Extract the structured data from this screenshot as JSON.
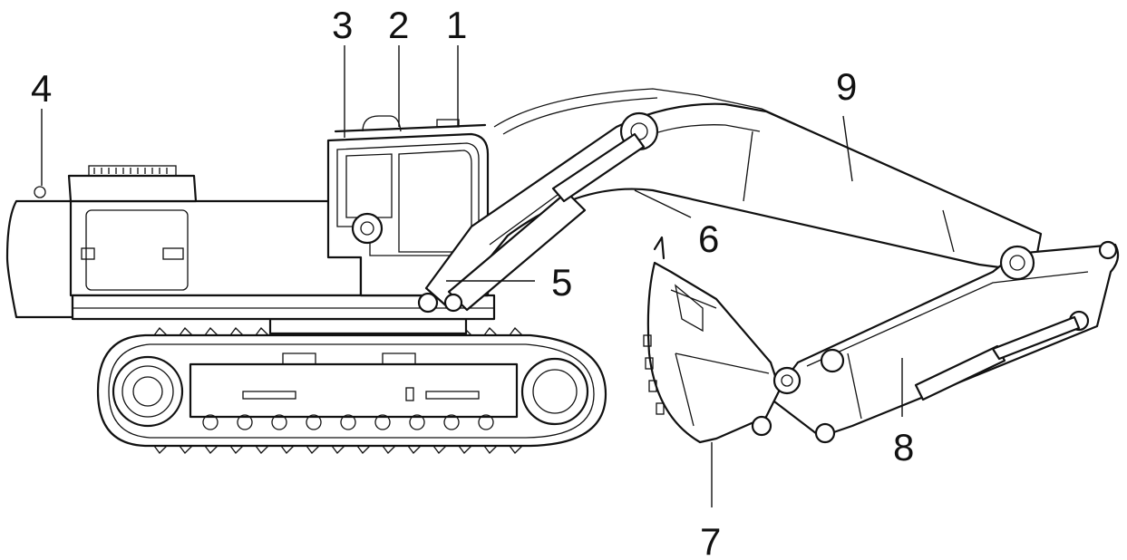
{
  "callouts": [
    {
      "id": "c1",
      "label": "1"
    },
    {
      "id": "c2",
      "label": "2"
    },
    {
      "id": "c3",
      "label": "3"
    },
    {
      "id": "c4",
      "label": "4"
    },
    {
      "id": "c5",
      "label": "5"
    },
    {
      "id": "c6",
      "label": "6"
    },
    {
      "id": "c7",
      "label": "7"
    },
    {
      "id": "c8",
      "label": "8"
    },
    {
      "id": "c9",
      "label": "9"
    }
  ]
}
